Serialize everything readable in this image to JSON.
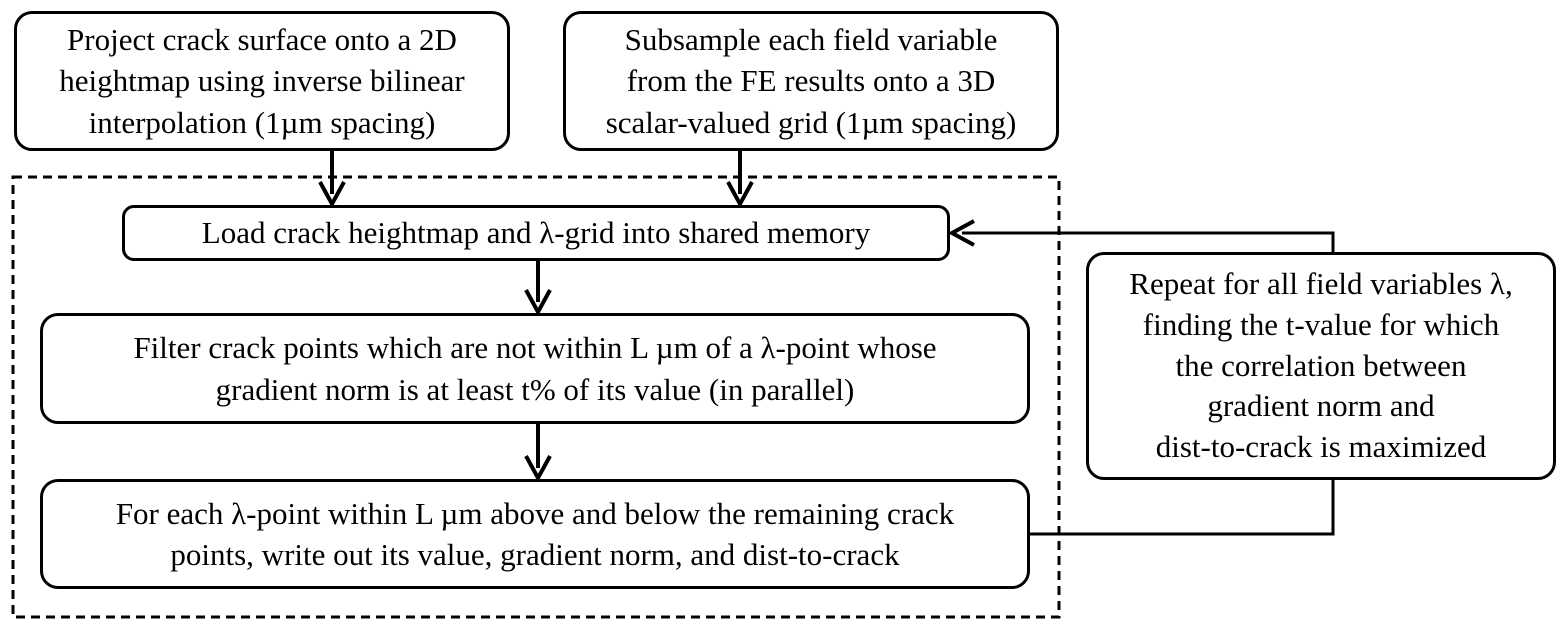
{
  "diagram": {
    "nodes": {
      "project": "Project crack surface onto a 2D\nheightmap using inverse bilinear\ninterpolation (1µm spacing)",
      "subsample": "Subsample each field variable\nfrom the FE results onto a 3D\nscalar-valued grid (1µm spacing)",
      "load": "Load crack heightmap and λ-grid into shared memory",
      "filter": "Filter crack points which are not within L µm of a λ-point whose\ngradient norm is at least t% of its value (in parallel)",
      "foreach": "For each λ-point within L µm above and below the remaining crack\npoints, write out its value, gradient norm, and dist-to-crack",
      "repeat": "Repeat for all field variables λ,\nfinding the t-value for which\nthe correlation between\ngradient norm and\ndist-to-crack is maximized"
    },
    "edges": [
      {
        "from": "project",
        "to": "load"
      },
      {
        "from": "subsample",
        "to": "load"
      },
      {
        "from": "load",
        "to": "filter"
      },
      {
        "from": "filter",
        "to": "foreach"
      },
      {
        "from": "foreach",
        "to": "repeat"
      },
      {
        "from": "repeat",
        "to": "load"
      }
    ],
    "group": {
      "style": "dashed",
      "members": [
        "load",
        "filter",
        "foreach"
      ]
    }
  }
}
